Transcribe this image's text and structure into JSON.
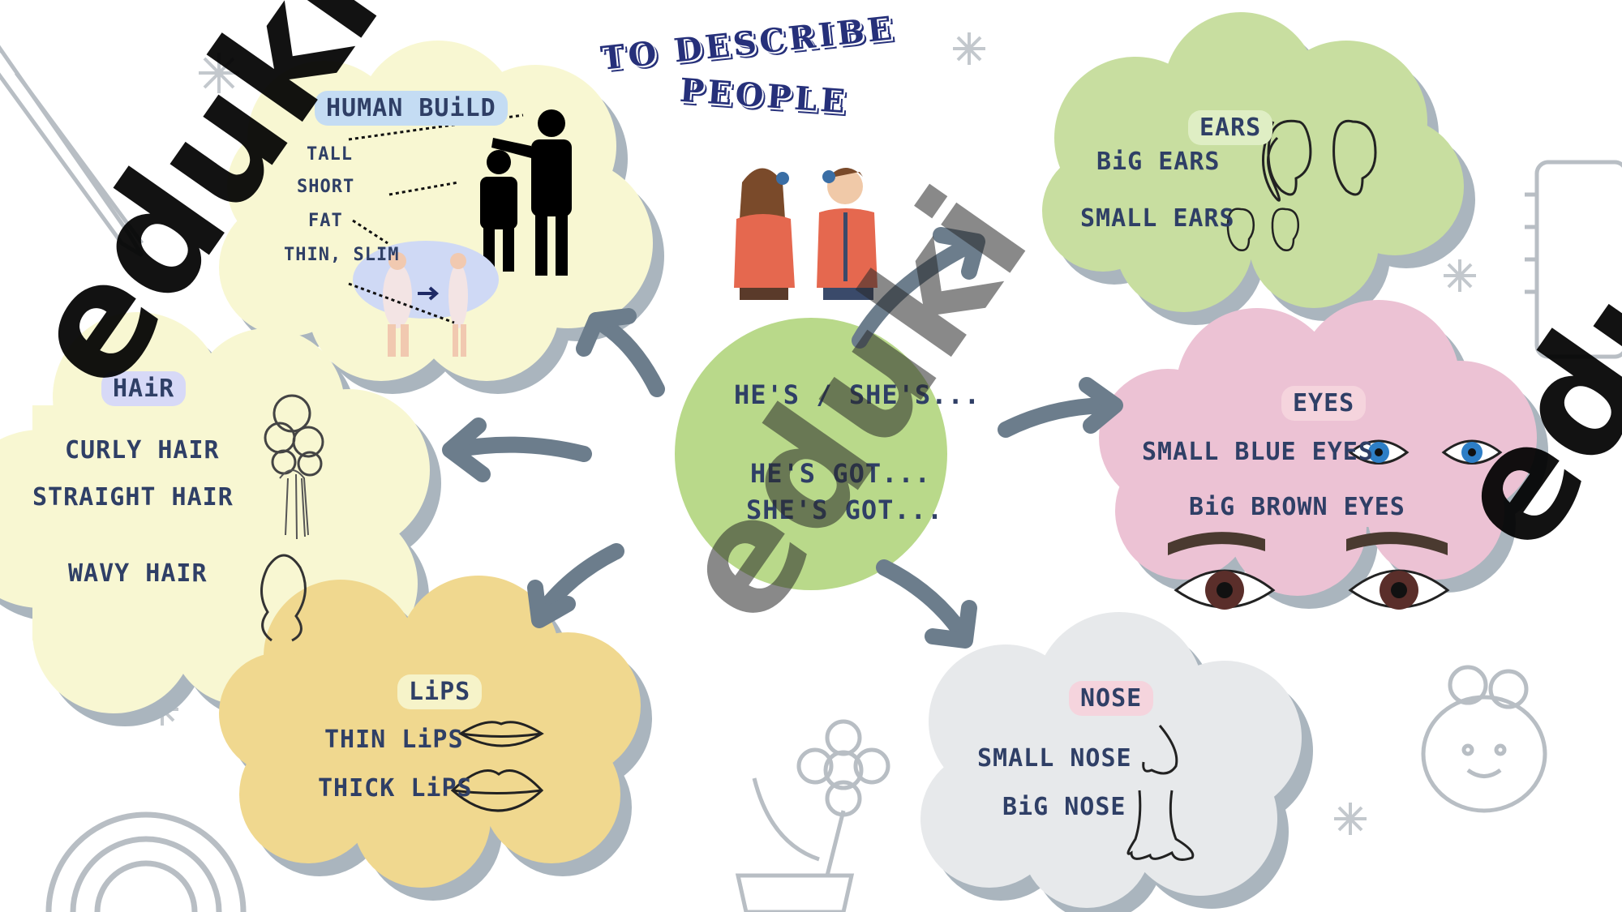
{
  "title": {
    "line1": "TO DESCRIBE",
    "line2": "PEOPLE"
  },
  "center": {
    "line1": "HE'S / SHE'S...",
    "line2": "HE'S GOT...",
    "line3": "SHE'S GOT..."
  },
  "human_build": {
    "heading": "HUMAN BUiLD",
    "items": [
      "TALL",
      "SHORT",
      "FAT",
      "THIN, SLIM"
    ]
  },
  "hair": {
    "heading": "HAiR",
    "items": [
      "CURLY HAIR",
      "STRAIGHT  HAIR",
      "WAVY  HAIR"
    ]
  },
  "lips": {
    "heading": "LiPS",
    "items": [
      "THIN LiPS",
      "THICK LiPS"
    ]
  },
  "ears": {
    "heading": "EARS",
    "items": [
      "BiG EARS",
      "SMALL EARS"
    ]
  },
  "eyes": {
    "heading": "EYES",
    "items": [
      "SMALL BLUE  EYES",
      "BiG BROWN EYES"
    ]
  },
  "nose": {
    "heading": "NOSE",
    "items": [
      "SMALL NOSE",
      "BiG  NOSE"
    ]
  },
  "watermark": "eduki",
  "colors": {
    "cloud_yellow": "#f8f7d2",
    "cloud_green": "#c8dea0",
    "cloud_pink": "#ecc2d4",
    "cloud_grey": "#e7e9eb",
    "cloud_gold": "#f0d88f",
    "cloud_shadow": "#aab5be",
    "center_circle": "#b9d98a",
    "arrow": "#6c7d8c",
    "pill_blue": "#c4dcf3",
    "pill_lilac": "#d7d9f7",
    "pill_cream": "#f6f3c9",
    "pill_pink": "#f5d4dd"
  }
}
